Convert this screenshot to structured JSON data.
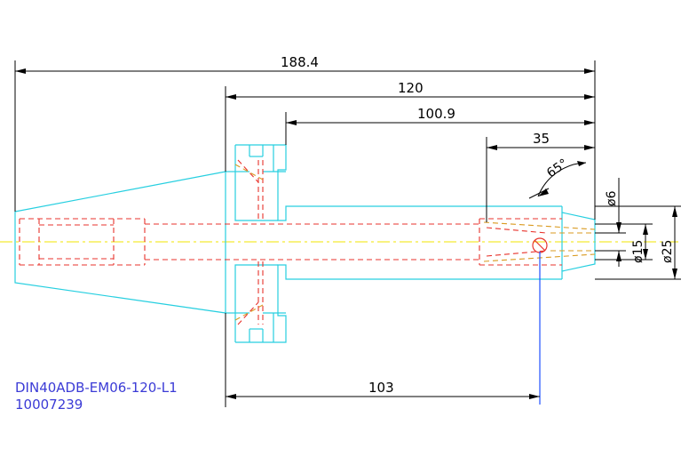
{
  "dimensions": {
    "overall_length": "188.4",
    "flange_to_end": "120",
    "shank_length": "100.9",
    "collet_depth": "35",
    "taper_angle": "65°",
    "dia_small": "ø6",
    "dia_mid": "ø15",
    "dia_large": "ø25",
    "flange_to_screw": "103"
  },
  "title_block": {
    "part_name": "DIN40ADB-EM06-120-L1",
    "part_number": "10007239"
  },
  "colors": {
    "outline": "#27cfe0",
    "hidden": "#e8332c",
    "centerline": "#f2e600",
    "collet": "#d99a1f",
    "dimension": "#000000",
    "title": "#3b3bd6"
  }
}
